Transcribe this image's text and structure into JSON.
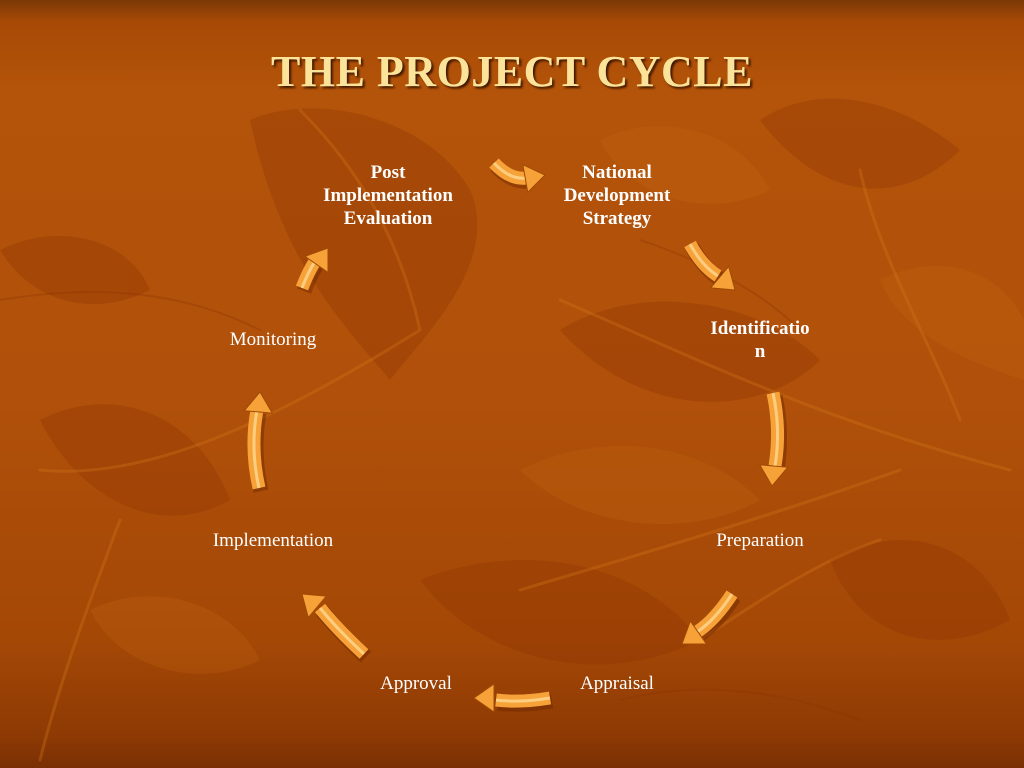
{
  "title": "THE PROJECT CYCLE",
  "cycle": {
    "steps": [
      {
        "key": "ned",
        "lines": [
          "National",
          "Development",
          "Strategy"
        ],
        "bold": true
      },
      {
        "key": "identification",
        "lines": [
          "Identificatio",
          "n"
        ],
        "bold": true
      },
      {
        "key": "preparation",
        "lines": [
          "Preparation"
        ],
        "bold": false
      },
      {
        "key": "appraisal",
        "lines": [
          "Appraisal"
        ],
        "bold": false
      },
      {
        "key": "approval",
        "lines": [
          "Approval"
        ],
        "bold": false
      },
      {
        "key": "implementation",
        "lines": [
          "Implementation"
        ],
        "bold": false
      },
      {
        "key": "monitoring",
        "lines": [
          "Monitoring"
        ],
        "bold": false
      },
      {
        "key": "pie",
        "lines": [
          "Post",
          "Implementation",
          "Evaluation"
        ],
        "bold": true
      }
    ],
    "arrow_color": "#f7a238",
    "arrow_highlight": "#ffe0a0"
  },
  "colors": {
    "title": "#fbe49a",
    "text": "#ffffff",
    "background": "#b0500a"
  }
}
